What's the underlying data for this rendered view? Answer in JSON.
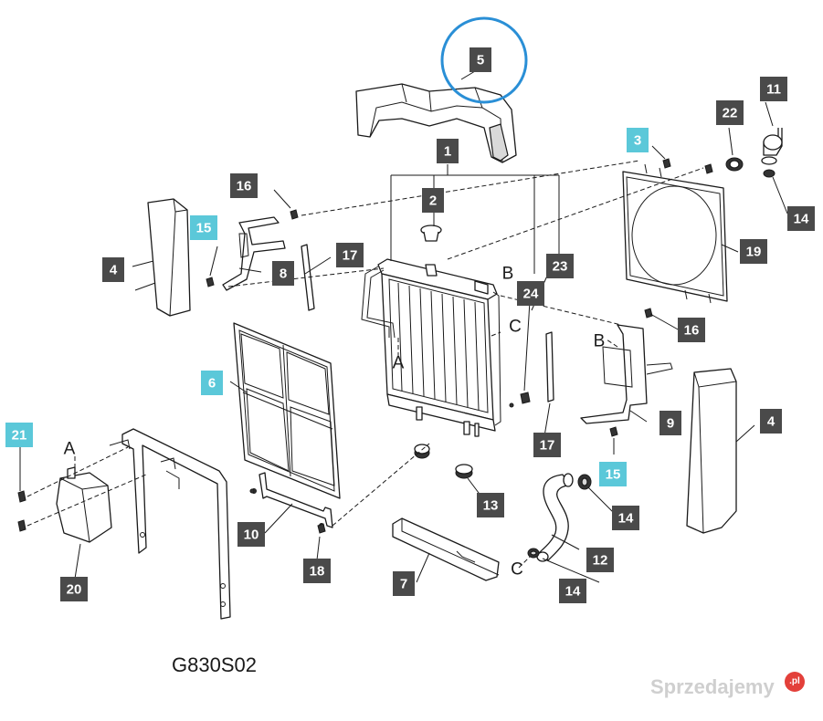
{
  "diagram": {
    "drawing_code": "G830S02",
    "watermark": "Sprzedajemy",
    "watermark_badge": ".pl",
    "colors": {
      "callout": "#4a4a4a",
      "highlight_callout": "#5bc8d9",
      "circle_marker": "#2a8fd6"
    },
    "callouts": {
      "c1": "1",
      "c2": "2",
      "c3": "3",
      "c4a": "4",
      "c4b": "4",
      "c5": "5",
      "c6": "6",
      "c7": "7",
      "c8": "8",
      "c9": "9",
      "c10": "10",
      "c11": "11",
      "c12": "12",
      "c13": "13",
      "c14a": "14",
      "c14b": "14",
      "c14c": "14",
      "c15a": "15",
      "c15b": "15",
      "c16a": "16",
      "c16b": "16",
      "c17a": "17",
      "c17b": "17",
      "c18": "18",
      "c19": "19",
      "c20": "20",
      "c21": "21",
      "c22": "22",
      "c23": "23",
      "c24": "24"
    },
    "letters": {
      "a_radiator": "A",
      "a_tank": "A",
      "b_radiator": "B",
      "b_bracket": "B",
      "c_radiator": "C",
      "c_hose": "C"
    }
  }
}
